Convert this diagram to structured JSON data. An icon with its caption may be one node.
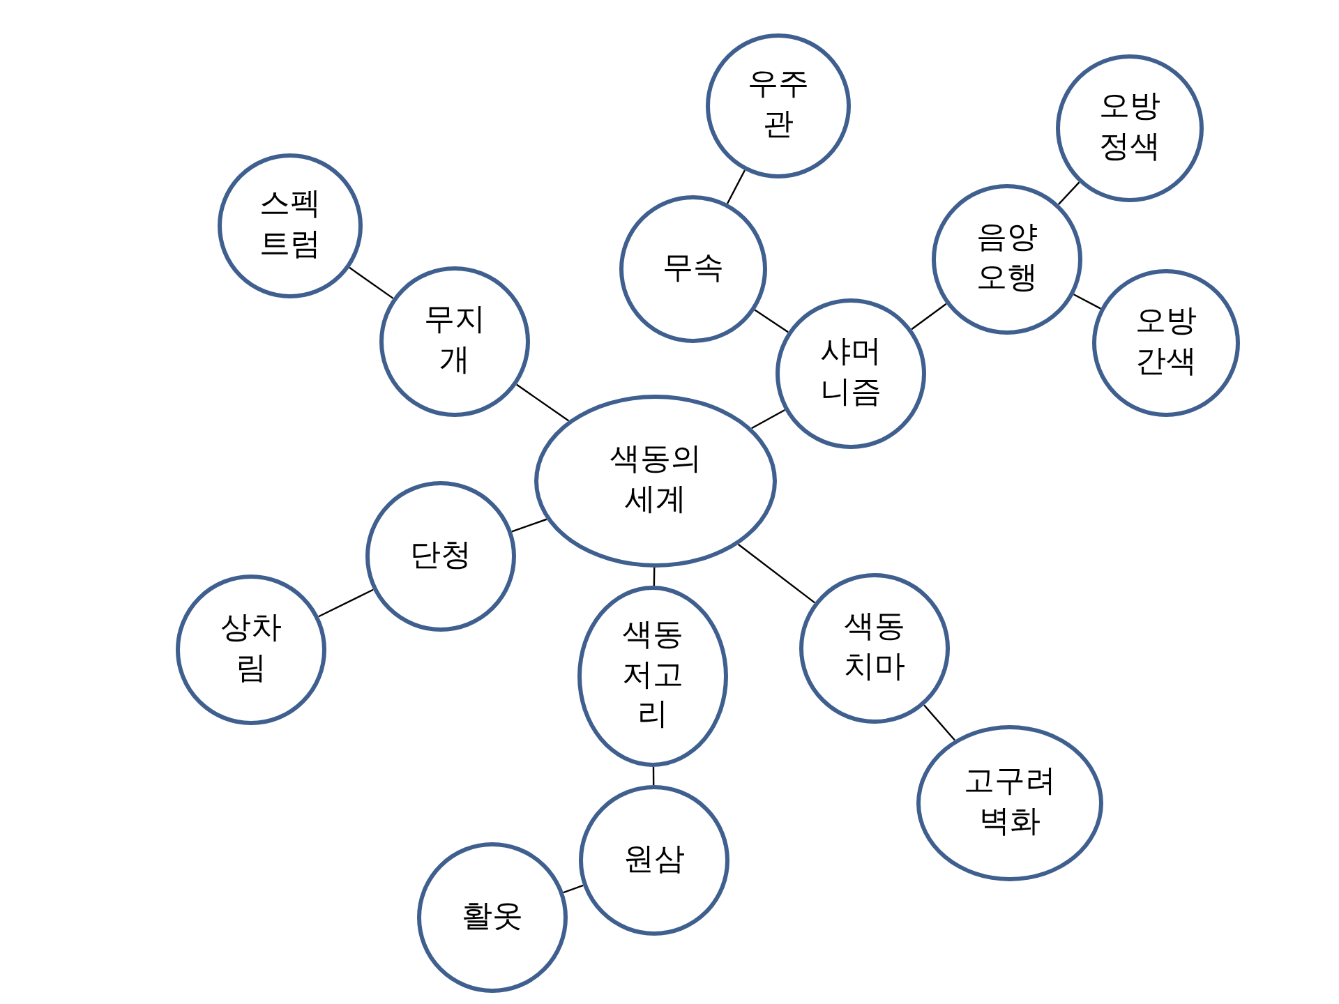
{
  "diagram": {
    "nodes": [
      {
        "text": [
          "색동의 세계"
        ]
      },
      {
        "text": [
          "무지 개"
        ]
      },
      {
        "text": [
          "스펙 트럼"
        ]
      },
      {
        "text": [
          "단청"
        ]
      },
      {
        "text": [
          "상차 림"
        ]
      },
      {
        "text": [
          "색동 저고 리"
        ]
      },
      {
        "text": [
          "원삼"
        ]
      },
      {
        "text": [
          "활옷"
        ]
      },
      {
        "text": [
          "색동 치마"
        ]
      },
      {
        "text": [
          "고구려 벽화"
        ]
      },
      {
        "text": [
          "샤머 니즘"
        ]
      },
      {
        "text": [
          "무속"
        ]
      },
      {
        "text": [
          "우주 관"
        ]
      },
      {
        "text": [
          "음양 오행"
        ]
      },
      {
        "text": [
          "오방 정색"
        ]
      },
      {
        "text": [
          "오방 간색"
        ]
      }
    ],
    "edges": [
      {
        "from": 0,
        "to": 1,
        "arrow": "none"
      },
      {
        "from": 1,
        "to": 2,
        "arrow": "none"
      },
      {
        "from": 0,
        "to": 3,
        "arrow": "none"
      },
      {
        "from": 3,
        "to": 4,
        "arrow": "none"
      },
      {
        "from": 0,
        "to": 5,
        "arrow": "none"
      },
      {
        "from": 5,
        "to": 6,
        "arrow": "none"
      },
      {
        "from": 6,
        "to": 7,
        "arrow": "none"
      },
      {
        "from": 0,
        "to": 8,
        "arrow": "none"
      },
      {
        "from": 8,
        "to": 9,
        "arrow": "none"
      },
      {
        "from": 0,
        "to": 10,
        "arrow": "none"
      },
      {
        "from": 10,
        "to": 11,
        "arrow": "none"
      },
      {
        "from": 11,
        "to": 12,
        "arrow": "none"
      },
      {
        "from": 10,
        "to": 13,
        "arrow": "none"
      },
      {
        "from": 13,
        "to": 14,
        "arrow": "none"
      },
      {
        "from": 13,
        "to": 15,
        "arrow": "none"
      }
    ]
  }
}
